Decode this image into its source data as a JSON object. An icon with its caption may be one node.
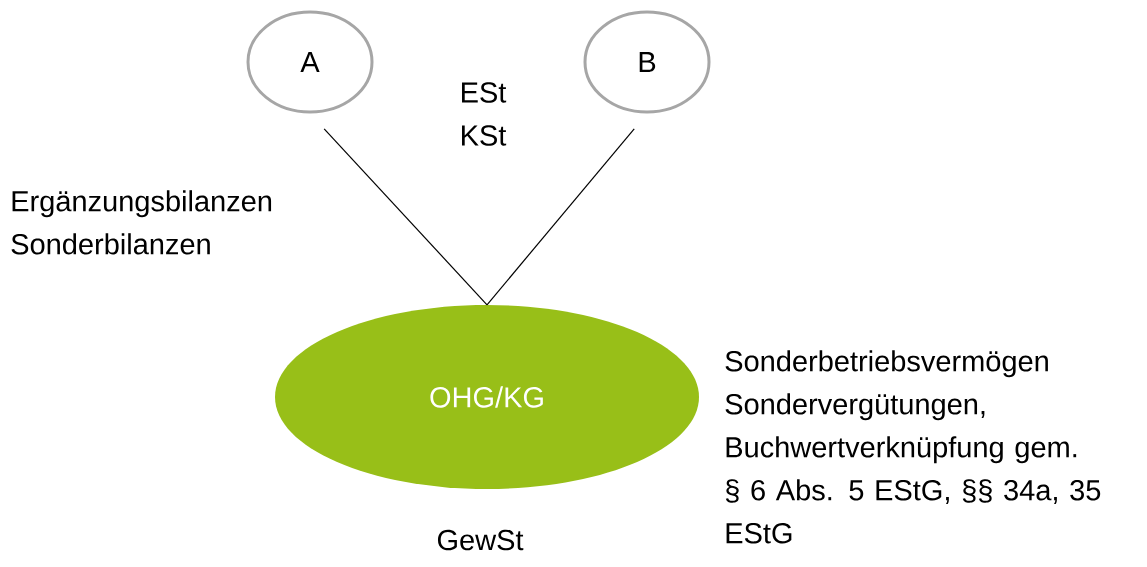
{
  "diagram": {
    "nodes": [
      {
        "text": [
          "A"
        ]
      },
      {
        "text": [
          "B"
        ]
      },
      {
        "text": [
          "OHG/KG"
        ]
      }
    ],
    "edges": [
      {
        "from": 0,
        "to": 2,
        "arrow": "none"
      },
      {
        "from": 1,
        "to": 2,
        "arrow": "none"
      }
    ],
    "labels": [
      "ESt KSt",
      "Ergänzungsbilanzen Sonderbilanzen",
      "Sonderbetriebsvermögen Sondervergütungen, Buchwertverknüpfung gem. § 6 Abs. 5 EStG, §§ 34a, 35 EStG",
      "GewSt"
    ]
  }
}
